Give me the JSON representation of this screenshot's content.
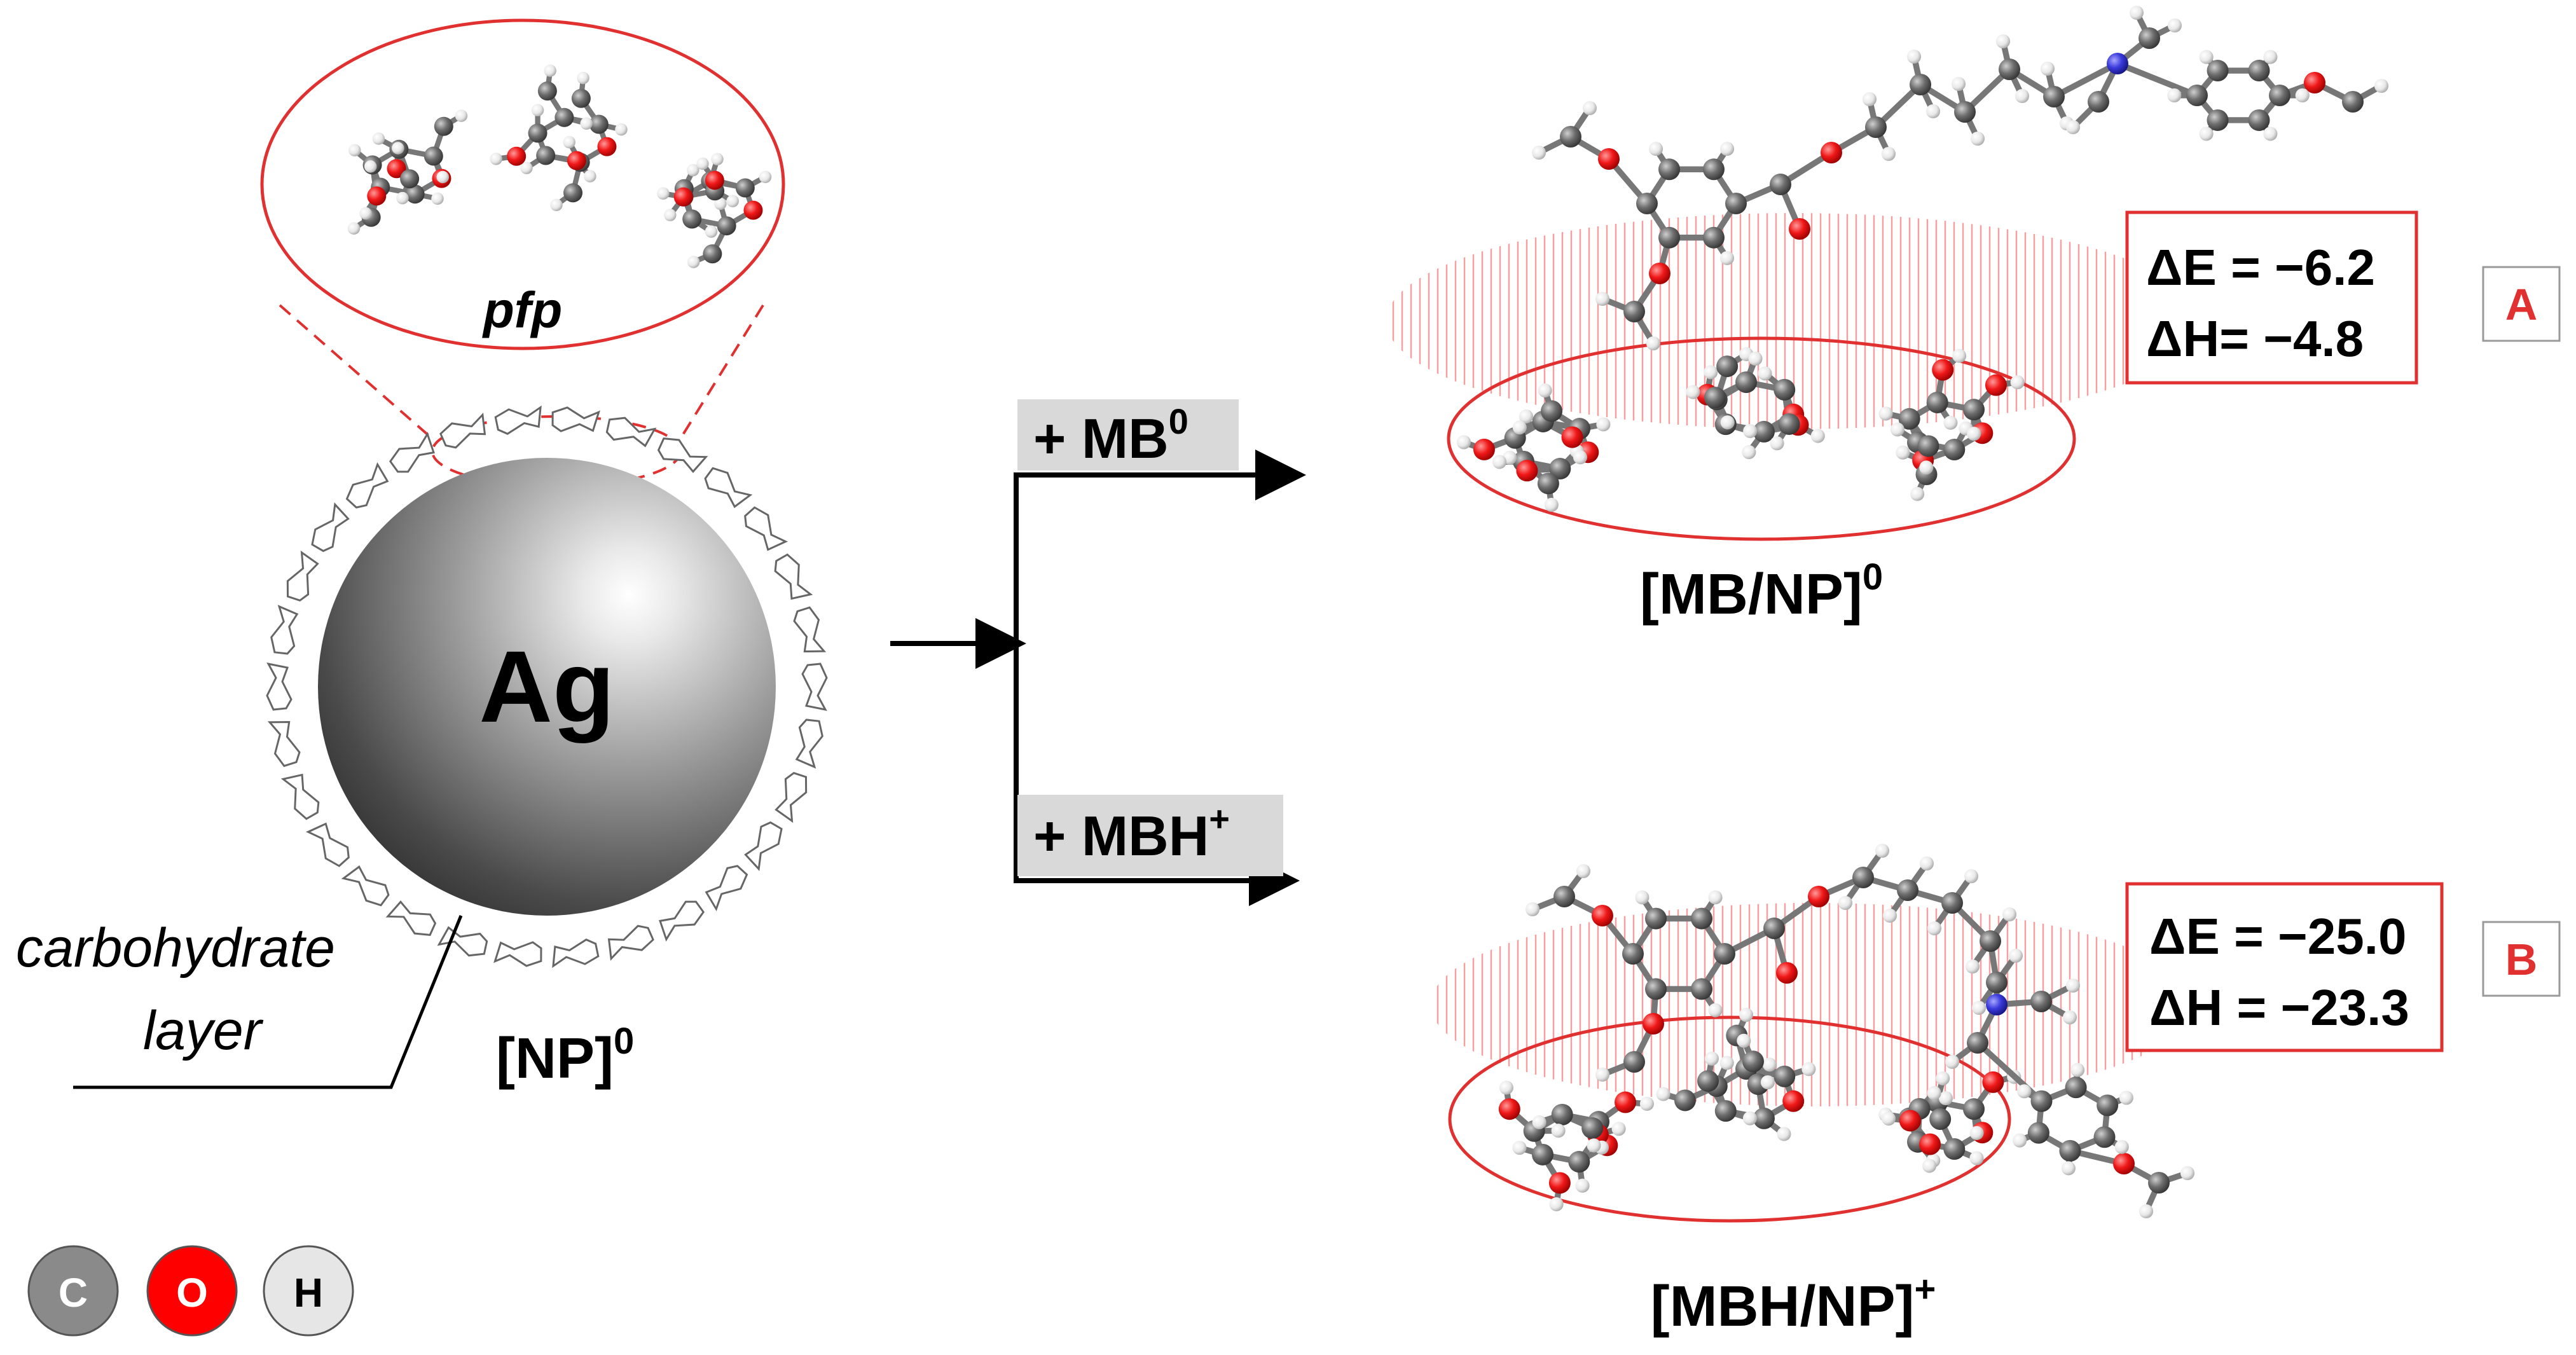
{
  "nanoparticle": {
    "core_label": "Ag",
    "name_label": "[NP]",
    "name_superscript": "0",
    "layer_label_line1": "carbohydrate",
    "layer_label_line2": "layer"
  },
  "zoom_callout": {
    "label": "pfp"
  },
  "branches": [
    {
      "label_main": "+ MB",
      "label_sup": "0",
      "product_main": "[MB/NP]",
      "product_sup": "0",
      "energy_line1": "ΔE = −6.2",
      "energy_line2": "ΔH= −4.8",
      "tag": "A"
    },
    {
      "label_main": "+ MBH",
      "label_sup": "+",
      "product_main": "[MBH/NP]",
      "product_sup": "+",
      "energy_line1": "ΔE = −25.0",
      "energy_line2": "ΔH = −23.3",
      "tag": "B"
    }
  ],
  "legend": [
    {
      "symbol": "C",
      "color": "#8a8a8a",
      "text_color": "#ffffff"
    },
    {
      "symbol": "O",
      "color": "#ff0000",
      "text_color": "#ffffff"
    },
    {
      "symbol": "H",
      "color": "#e6e6e6",
      "text_color": "#000000"
    }
  ],
  "colors": {
    "accent_red": "#e03030",
    "label_box_gray": "#d9d9d9",
    "carbon": "#6e6e6e",
    "oxygen": "#ff1a1a",
    "hydrogen": "#eeeeee",
    "nitrogen": "#3a3adc"
  }
}
